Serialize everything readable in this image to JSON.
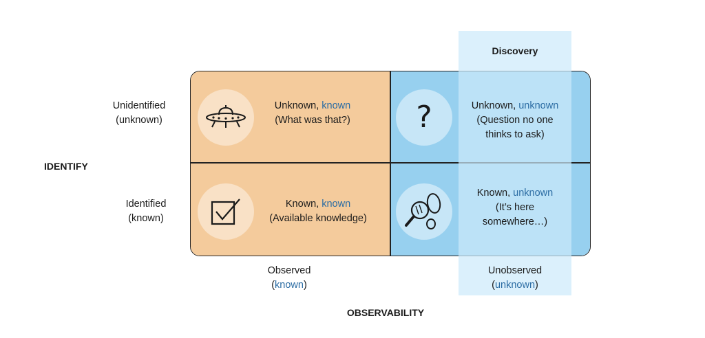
{
  "axes": {
    "y_title": "IDENTIFY",
    "x_title": "OBSERVABILITY",
    "row_top": {
      "line1": "Unidentified",
      "line2": "(unknown)"
    },
    "row_bottom": {
      "line1": "Identified",
      "line2": "(known)"
    },
    "col_left": {
      "line1": "Observed",
      "line2": "known"
    },
    "col_right": {
      "line1": "Unobserved",
      "line2": "unknown"
    }
  },
  "highlight": {
    "title": "Discovery"
  },
  "quadrants": {
    "top_left": {
      "prefix": "Unknown, ",
      "accent": "known",
      "desc": "(What was that?)",
      "icon": "ufo-icon"
    },
    "top_right": {
      "prefix": "Unknown, ",
      "accent": "unknown",
      "desc1": "(Question no one",
      "desc2": "thinks to ask)",
      "icon": "question-mark-icon"
    },
    "bottom_left": {
      "prefix": "Known, ",
      "accent": "known",
      "desc": "(Available knowledge)",
      "icon": "checkbox-icon"
    },
    "bottom_right": {
      "prefix": "Known, ",
      "accent": "unknown",
      "desc1": "(It’s here",
      "desc2": "somewhere…)",
      "icon": "magnifier-footprints-icon"
    }
  },
  "colors": {
    "orange": "#f4cb9c",
    "blue": "#97d0ef",
    "accent_text": "#2b6ca3",
    "highlight": "#cceafb"
  }
}
